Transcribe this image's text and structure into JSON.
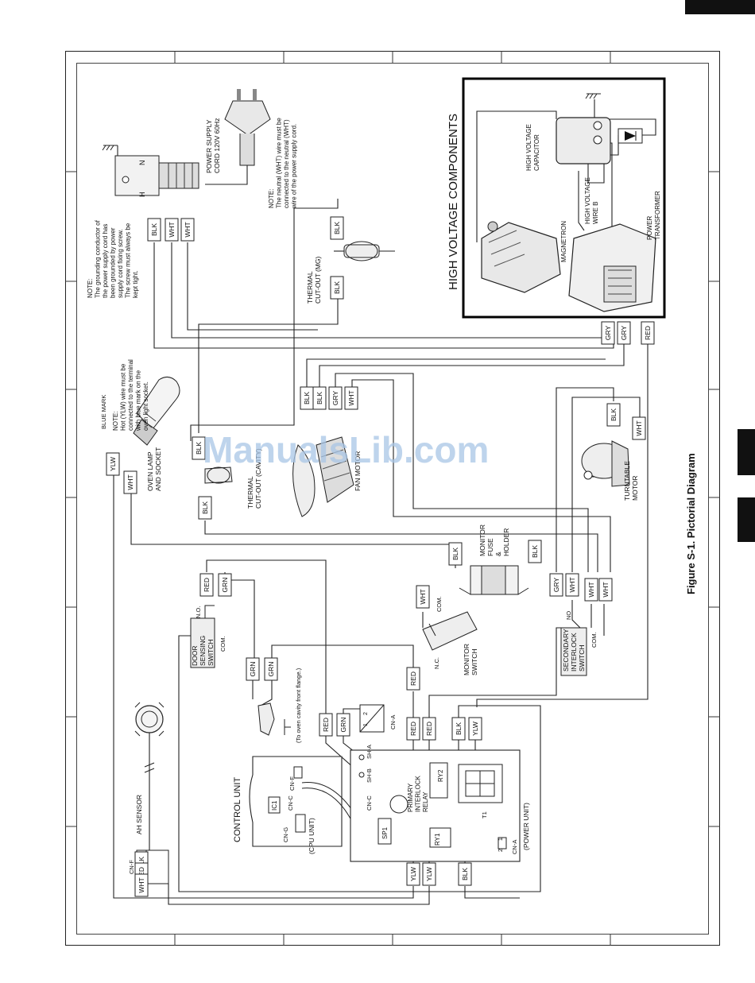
{
  "figure_caption": "Figure S-1. Pictorial Diagram",
  "watermark": "ManualsLib.com",
  "hv_box": {
    "title": "HIGH VOLTAGE COMPONENTS",
    "hv_capacitor": [
      "HIGH VOLTAGE",
      "CAPACITOR"
    ],
    "hv_wire_b": [
      "HIGH VOLTAGE",
      "WIRE B"
    ],
    "magnetron": "MAGNETRON",
    "power_transformer": [
      "POWER",
      "TRANSFORMER"
    ]
  },
  "components": {
    "power_supply_cord": [
      "POWER SUPPLY",
      "CORD 120V 60Hz"
    ],
    "thermal_cutout_mg": [
      "THERMAL",
      "CUT-OUT (MG)"
    ],
    "thermal_cutout_cav": [
      "THERMAL",
      "CUT-OUT (CAVITY)"
    ],
    "fan_motor": "FAN MOTOR",
    "oven_lamp": [
      "OVEN LAMP",
      "AND SOCKET"
    ],
    "blue_mark": "BLUE MARK",
    "turntable_motor": [
      "TURNTABLE",
      "MOTOR"
    ],
    "monitor_fuse": [
      "MONITOR",
      "FUSE",
      "&",
      "HOLDER"
    ],
    "monitor_switch": [
      "MONITOR",
      "SWITCH"
    ],
    "door_sensing_switch": [
      "DOOR",
      "SENSING",
      "SWITCH"
    ],
    "secondary_interlock": [
      "SECONDARY",
      "INTERLOCK",
      "SWITCH"
    ],
    "ah_sensor": "AH SENSOR",
    "control_unit": "CONTROL UNIT",
    "cpu_unit": "(CPU UNIT)",
    "power_unit": "(POWER UNIT)",
    "primary_interlock": [
      "PRIMARY",
      "INTERLOCK",
      "RELAY"
    ],
    "oven_cavity_note": "(To oven cavity front flange.)"
  },
  "notes": {
    "neutral": [
      "NOTE:",
      "The neutral (WHT) wire must be",
      "connected to the neutral (WHT)",
      "wire of the power supply cord."
    ],
    "ground": [
      "NOTE:",
      "The grounding conductor of",
      "the power supply cord has",
      "been grounded by power",
      "supply cord fixing screw.",
      "The screw must always be",
      "kept tight."
    ],
    "hot": [
      "NOTE:",
      "Hot (YLW) wire must be",
      "connected to the terminal",
      "with blue mark on the",
      "oven light socket."
    ]
  },
  "terminal_labels": {
    "no": "N.O.",
    "nc": "N.C.",
    "com": "COM.",
    "no2": "NO",
    "h": "H",
    "n": "N",
    "cnf": "CN-F",
    "cnc": "CN-C",
    "cng": "CN-G",
    "cna": "CN-A",
    "shb": "SH-B",
    "sha": "SH-A",
    "ic1": "IC1",
    "sp1": "SP1",
    "ry1": "RY1",
    "ry2": "RY2",
    "t1": "T1",
    "one": "1",
    "two": "2",
    "three": "3"
  },
  "wire_colors": {
    "blk": "BLK",
    "wht": "WHT",
    "red": "RED",
    "grn": "GRN",
    "gry": "GRY",
    "ylw": "YLW"
  }
}
